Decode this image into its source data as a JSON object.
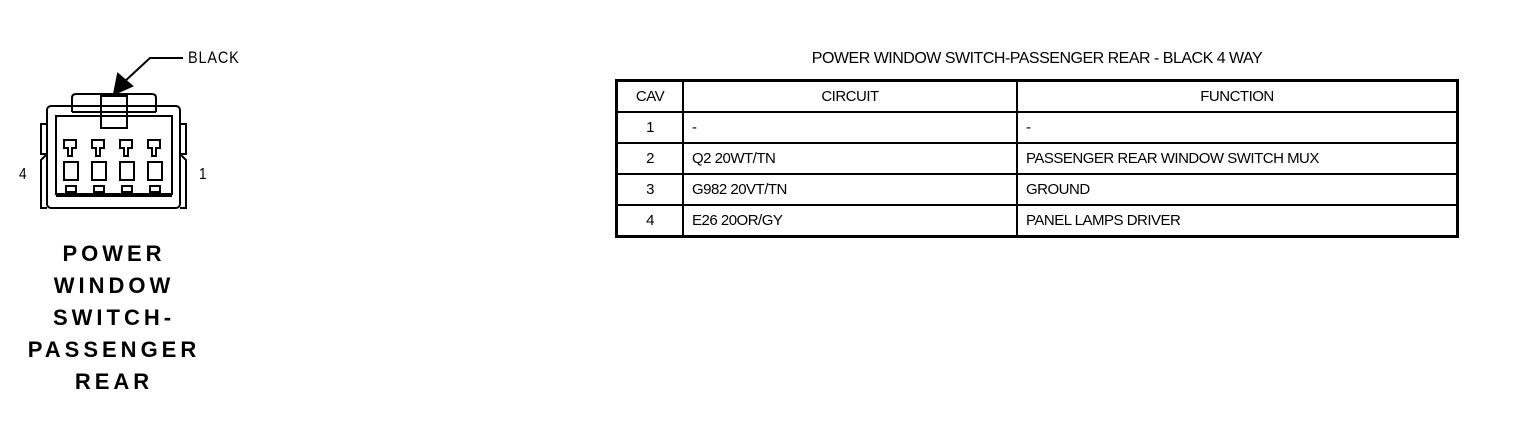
{
  "connector": {
    "color_label": "BLACK",
    "pin_left": "4",
    "pin_right": "1",
    "title_lines": [
      "POWER WINDOW",
      "SWITCH-",
      "PASSENGER",
      "REAR"
    ]
  },
  "table": {
    "title": "POWER WINDOW SWITCH-PASSENGER REAR - BLACK 4 WAY",
    "headers": [
      "CAV",
      "CIRCUIT",
      "FUNCTION"
    ],
    "rows": [
      {
        "cav": "1",
        "circuit": "-",
        "function": "-"
      },
      {
        "cav": "2",
        "circuit": "Q2 20WT/TN",
        "function": "PASSENGER REAR WINDOW SWITCH MUX"
      },
      {
        "cav": "3",
        "circuit": "G982 20VT/TN",
        "function": "GROUND"
      },
      {
        "cav": "4",
        "circuit": "E26 20OR/GY",
        "function": "PANEL LAMPS DRIVER"
      }
    ]
  }
}
